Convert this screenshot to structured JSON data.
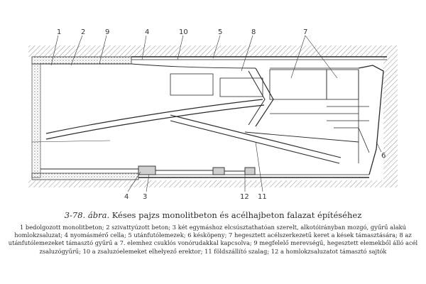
{
  "figure": {
    "number": "3-78.",
    "word": "ábra.",
    "title": "Késes pajzs monolitbeton és acélhajbeton falazat építéséhez"
  },
  "callouts": {
    "top": [
      "1",
      "2",
      "9",
      "4",
      "10",
      "5",
      "8",
      "7"
    ],
    "right": [
      "6"
    ],
    "bottom": [
      "4",
      "3",
      "12",
      "11"
    ]
  },
  "legend": [
    {
      "n": "1",
      "t": "bedolgozott monolitbeton;"
    },
    {
      "n": "2",
      "t": "szivattyúzott beton;"
    },
    {
      "n": "3",
      "t": "két egymáshoz elcsúsztathatóan szerelt, alkotóirányban mozgó, gyűrű alakú homlokzsaluzat;"
    },
    {
      "n": "4",
      "t": "nyomásmérő cella;"
    },
    {
      "n": "5",
      "t": "utánfutólemezek;"
    },
    {
      "n": "6",
      "t": "késköpeny;"
    },
    {
      "n": "7",
      "t": "hegesztett acélszerkezetű keret a kések támasztására;"
    },
    {
      "n": "8",
      "t": "az utánfutólemezeket támasztó gyűrű a 7. elemhez csuklós vonórudakkal kapcsolva;"
    },
    {
      "n": "9",
      "t": "megfelelő merevségű, hegesztett elemekből álló acél zsaluzógyűrű;"
    },
    {
      "n": "10",
      "t": "a zsaluzóelemeket elhelyező erektor;"
    },
    {
      "n": "11",
      "t": "földszállító szalag;"
    },
    {
      "n": "12",
      "t": "a homlokzsaluzatot támasztó sajtók"
    }
  ]
}
